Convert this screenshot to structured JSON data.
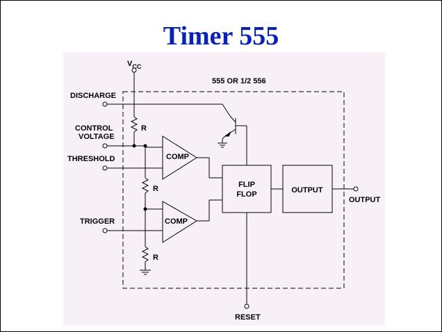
{
  "title": "Timer 555",
  "diagram": {
    "vcc_main": "V",
    "vcc_sub": "CC",
    "chip_label": "555 OR 1/2 556",
    "pins": {
      "discharge": "DISCHARGE",
      "control_line1": "CONTROL",
      "control_line2": "VOLTAGE",
      "threshold": "THRESHOLD",
      "trigger": "TRIGGER",
      "output": "OUTPUT",
      "reset": "RESET"
    },
    "resistor_label": "R",
    "comparator_label": "COMP",
    "flipflop_line1": "FLIP",
    "flipflop_line2": "FLOP",
    "output_block": "OUTPUT"
  },
  "colors": {
    "title": "#0a23b4",
    "panel": "#f7f0f7",
    "line": "#000000"
  }
}
